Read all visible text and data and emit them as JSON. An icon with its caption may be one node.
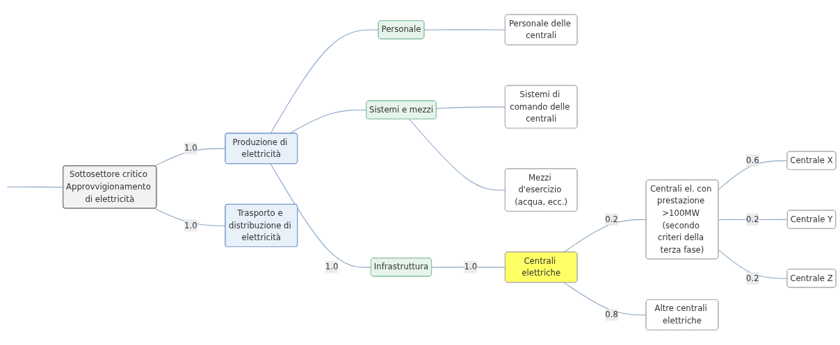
{
  "diagram": {
    "nodes": [
      {
        "text": [
          "Sottosettore critico Approvvigionamento di elettricità"
        ]
      },
      {
        "text": [
          "Produzione di elettricità"
        ]
      },
      {
        "text": [
          "Personale"
        ]
      },
      {
        "text": [
          "Personale delle centrali"
        ]
      },
      {
        "text": [
          "Sistemi e mezzi"
        ]
      },
      {
        "text": [
          "Sistemi di comando delle centrali"
        ]
      },
      {
        "text": [
          "Mezzi d'esercizio (acqua, ecc.)"
        ]
      },
      {
        "text": [
          "Infrastruttura"
        ]
      },
      {
        "text": [
          "Centrali elettriche"
        ]
      },
      {
        "text": [
          "Centrali el. con prestazione >100MW (secondo criteri della terza fase)"
        ]
      },
      {
        "text": [
          "Centrale X"
        ]
      },
      {
        "text": [
          "Centrale Y"
        ]
      },
      {
        "text": [
          "Centrale Z"
        ]
      },
      {
        "text": [
          "Altre centrali elettriche"
        ]
      },
      {
        "text": [
          "Trasporto e distribuzione di elettricità"
        ]
      }
    ],
    "edges": [
      {
        "from": null,
        "to": 0,
        "arrow": "none"
      },
      {
        "from": 0,
        "to": 1,
        "arrow": "none",
        "label": "1.0"
      },
      {
        "from": 1,
        "to": 2,
        "arrow": "none"
      },
      {
        "from": 2,
        "to": 3,
        "arrow": "none"
      },
      {
        "from": 1,
        "to": 4,
        "arrow": "none"
      },
      {
        "from": 4,
        "to": 5,
        "arrow": "none"
      },
      {
        "from": 4,
        "to": 6,
        "arrow": "none"
      },
      {
        "from": 1,
        "to": 7,
        "arrow": "none",
        "label": "1.0"
      },
      {
        "from": 7,
        "to": 8,
        "arrow": "none",
        "label": "1.0"
      },
      {
        "from": 8,
        "to": 9,
        "arrow": "none",
        "label": "0.2"
      },
      {
        "from": 9,
        "to": 10,
        "arrow": "none",
        "label": "0.6"
      },
      {
        "from": 9,
        "to": 11,
        "arrow": "none",
        "label": "0.2"
      },
      {
        "from": 9,
        "to": 12,
        "arrow": "none",
        "label": "0.2"
      },
      {
        "from": 8,
        "to": 13,
        "arrow": "none",
        "label": "0.8"
      },
      {
        "from": 0,
        "to": 14,
        "arrow": "none",
        "label": "1.0"
      }
    ]
  }
}
